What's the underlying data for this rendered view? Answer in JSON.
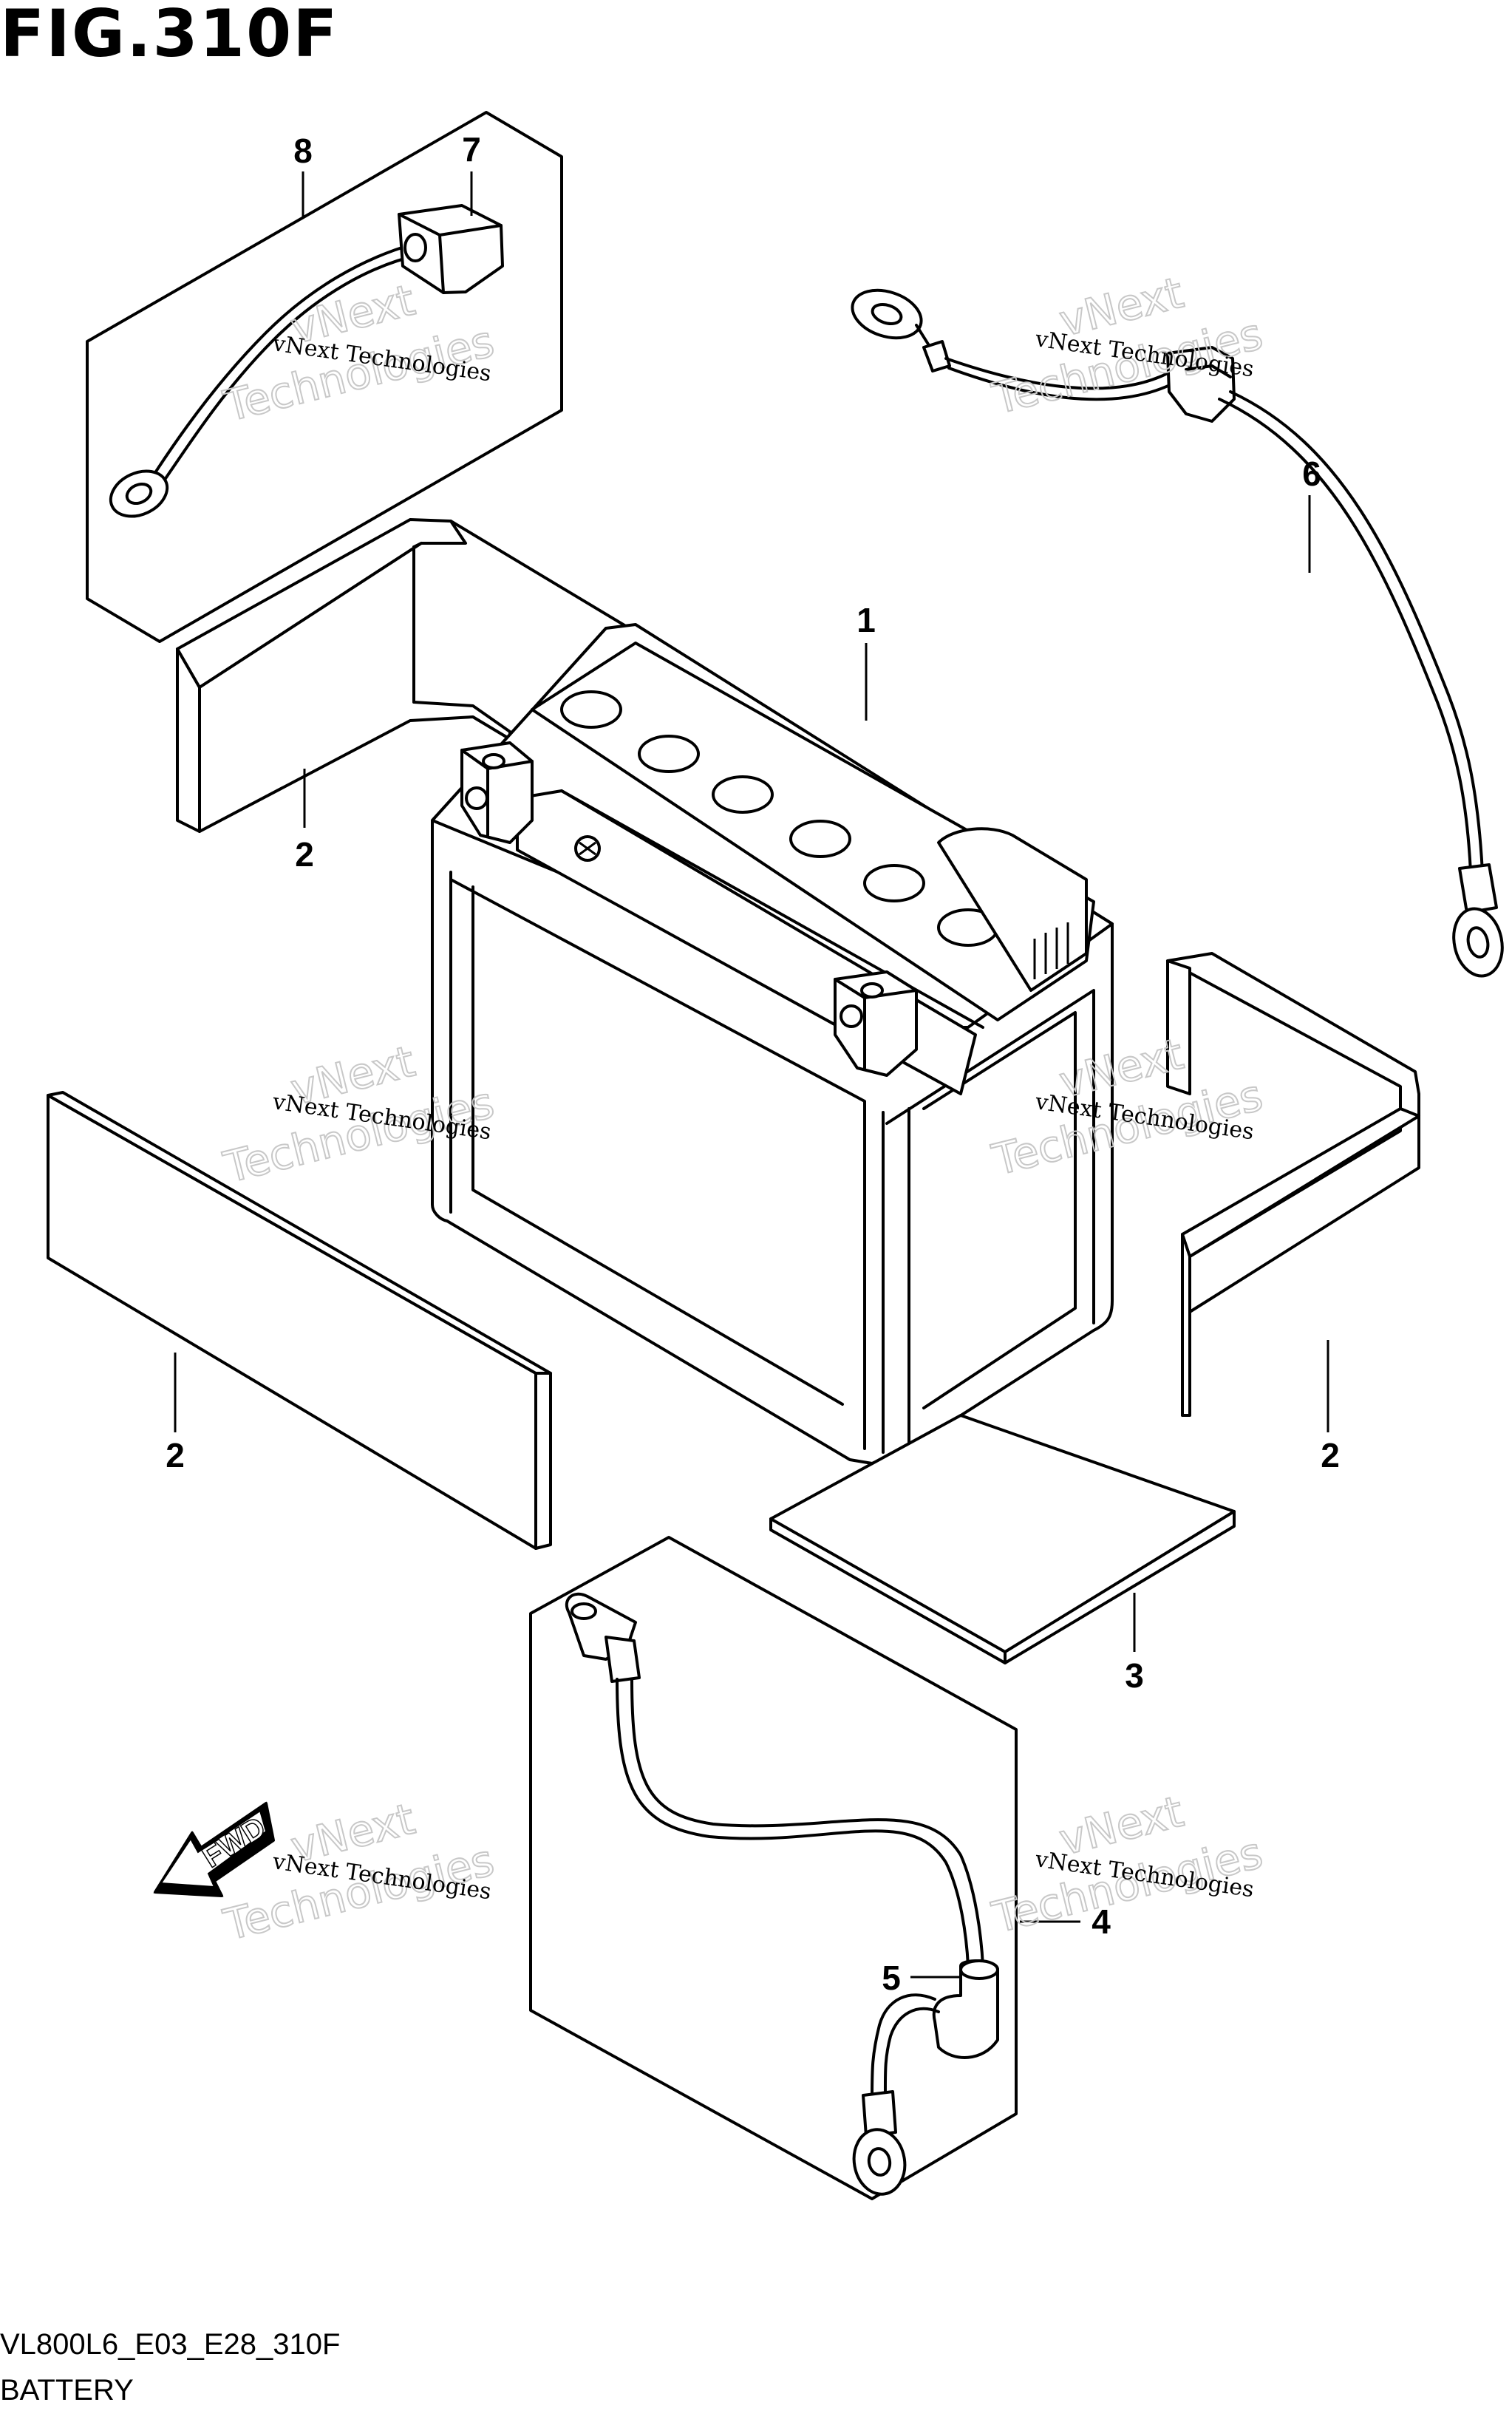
{
  "figure": {
    "title": "FIG.310F",
    "code": "VL800L6_E03_E28_310F",
    "name": "BATTERY"
  },
  "direction_label": "FWD",
  "watermark": {
    "line_small": "vNext Technologies",
    "line_big_1": "vNext",
    "line_big_2": "Technologies"
  },
  "callouts": [
    {
      "id": "c1",
      "text": "1"
    },
    {
      "id": "c2a",
      "text": "2"
    },
    {
      "id": "c2b",
      "text": "2"
    },
    {
      "id": "c2c",
      "text": "2"
    },
    {
      "id": "c3",
      "text": "3"
    },
    {
      "id": "c4",
      "text": "4"
    },
    {
      "id": "c5",
      "text": "5"
    },
    {
      "id": "c6",
      "text": "6"
    },
    {
      "id": "c7",
      "text": "7"
    },
    {
      "id": "c8",
      "text": "8"
    }
  ]
}
